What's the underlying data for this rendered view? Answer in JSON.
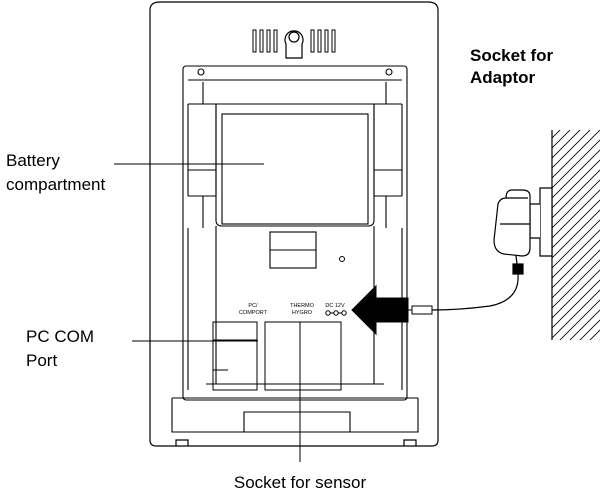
{
  "labels": {
    "socket_adaptor_line1": "Socket for",
    "socket_adaptor_line2": "Adaptor",
    "battery_line1": "Battery",
    "battery_line2": "compartment",
    "pc_com_line1": "PC COM",
    "pc_com_line2": "Port",
    "socket_sensor": "Socket for sensor"
  },
  "device_markings": {
    "pc_comport_line1": "PC/",
    "pc_comport_line2": "COMPORT",
    "thermo_hygro_line1": "THERMO",
    "thermo_hygro_line2": "HYGRO",
    "dc_label": "DC 12V"
  }
}
